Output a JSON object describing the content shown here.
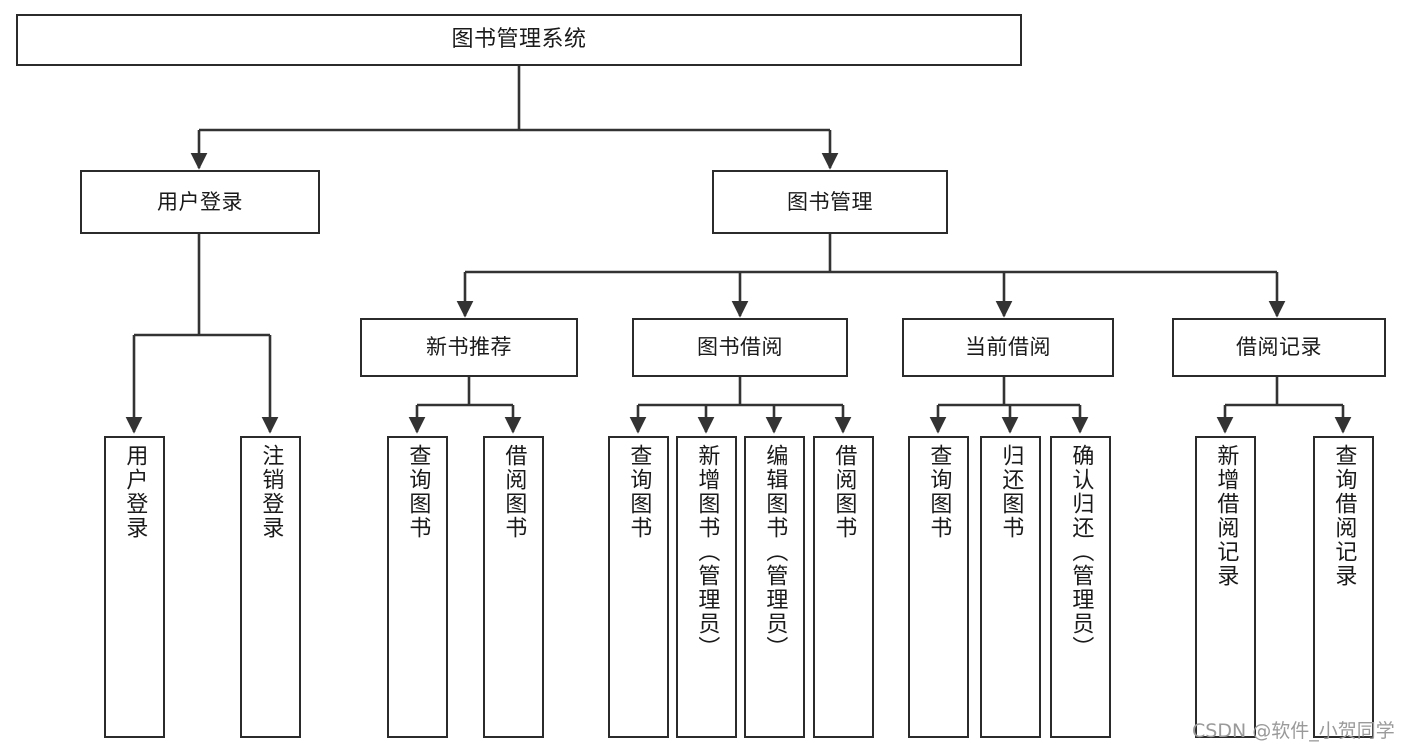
{
  "diagram": {
    "type": "tree",
    "title": "图书管理系统",
    "orientation": "top-down",
    "colors": {
      "box_border": "#2b2b2b",
      "box_fill": "#ffffff",
      "edge": "#333333",
      "text": "#1a1a1a",
      "watermark": "#9a9a9a",
      "background": "#ffffff"
    }
  },
  "nodes": {
    "root": {
      "label": "图书管理系统",
      "level": 0
    },
    "level1": [
      {
        "id": "user-login",
        "label": "用户登录"
      },
      {
        "id": "book-manage",
        "label": "图书管理"
      }
    ],
    "level2": [
      {
        "id": "new-book-rec",
        "label": "新书推荐",
        "parent": "book-manage"
      },
      {
        "id": "book-borrow",
        "label": "图书借阅",
        "parent": "book-manage"
      },
      {
        "id": "current-borrow",
        "label": "当前借阅",
        "parent": "book-manage"
      },
      {
        "id": "borrow-record",
        "label": "借阅记录",
        "parent": "book-manage"
      }
    ],
    "leaves": [
      {
        "id": "leaf-user-login",
        "label": "用户登录",
        "parent": "user-login"
      },
      {
        "id": "leaf-user-logout",
        "label": "注销登录",
        "parent": "user-login"
      },
      {
        "id": "leaf-query-book-1",
        "label": "查询图书",
        "parent": "new-book-rec"
      },
      {
        "id": "leaf-borrow-book-1",
        "label": "借阅图书",
        "parent": "new-book-rec"
      },
      {
        "id": "leaf-query-book-2",
        "label": "查询图书",
        "parent": "book-borrow"
      },
      {
        "id": "leaf-add-book",
        "label": "新增图书（管理员）",
        "parent": "book-borrow"
      },
      {
        "id": "leaf-edit-book",
        "label": "编辑图书（管理员）",
        "parent": "book-borrow"
      },
      {
        "id": "leaf-borrow-book-2",
        "label": "借阅图书",
        "parent": "book-borrow"
      },
      {
        "id": "leaf-query-book-3",
        "label": "查询图书",
        "parent": "current-borrow"
      },
      {
        "id": "leaf-return-book",
        "label": "归还图书",
        "parent": "current-borrow"
      },
      {
        "id": "leaf-confirm-return",
        "label": "确认归还（管理员）",
        "parent": "current-borrow"
      },
      {
        "id": "leaf-add-record",
        "label": "新增借阅记录",
        "parent": "borrow-record"
      },
      {
        "id": "leaf-query-record",
        "label": "查询借阅记录",
        "parent": "borrow-record"
      }
    ]
  },
  "watermark": {
    "text": "CSDN @软件_小贺同学"
  }
}
